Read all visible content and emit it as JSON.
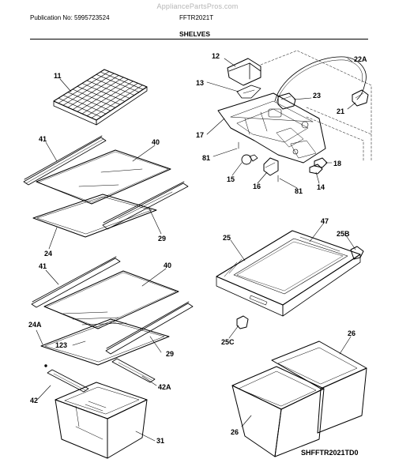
{
  "header": {
    "watermark": "AppliancePartsPros.com",
    "publication": "Publication No: 5995723524",
    "model": "FFTR2021T",
    "section": "SHELVES"
  },
  "callouts": [
    "11",
    "41",
    "40",
    "29",
    "24",
    "12",
    "13",
    "22A",
    "23",
    "21",
    "17",
    "81",
    "18",
    "15",
    "16",
    "14",
    "25",
    "47",
    "25B",
    "25C",
    "24A",
    "123",
    "42",
    "42A",
    "31",
    "26"
  ],
  "footer": {
    "diagram_code": "SHFFTR2021TD0"
  }
}
